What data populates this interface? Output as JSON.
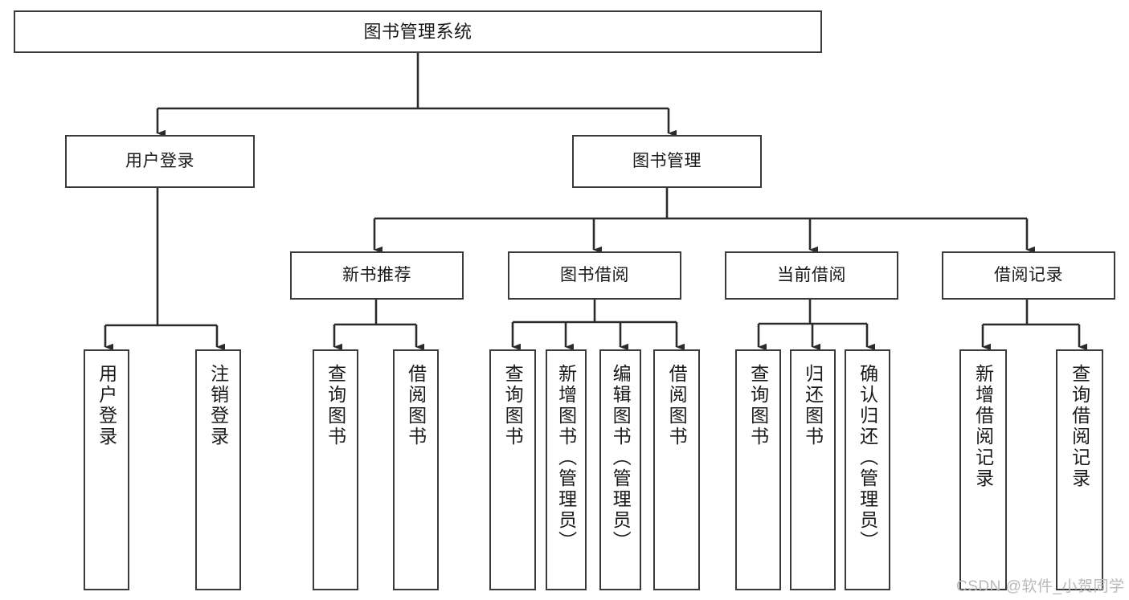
{
  "diagram": {
    "title": "图书管理系统",
    "type": "tree",
    "watermark": "CSDN @软件_小贺同学",
    "colors": {
      "background": "#ffffff",
      "box_border": "#3a3a3a",
      "box_fill": "#ffffff",
      "edge": "#2b2b2b",
      "text": "#1a1a1a",
      "watermark": "#b9b9b9"
    },
    "nodes": {
      "root": {
        "label": "图书管理系统",
        "level": 0
      },
      "level2": [
        {
          "id": "user-login",
          "label": "用户登录"
        },
        {
          "id": "book-manage",
          "label": "图书管理"
        }
      ],
      "level3": [
        {
          "id": "new-book-recommend",
          "label": "新书推荐",
          "parent": "book-manage"
        },
        {
          "id": "book-borrow",
          "label": "图书借阅",
          "parent": "book-manage"
        },
        {
          "id": "current-borrow",
          "label": "当前借阅",
          "parent": "book-manage"
        },
        {
          "id": "borrow-record",
          "label": "借阅记录",
          "parent": "book-manage"
        }
      ],
      "leaves": [
        {
          "id": "leaf-user-login",
          "label": "用户登录",
          "parent": "user-login"
        },
        {
          "id": "leaf-logout-login",
          "label": "注销登录",
          "parent": "user-login"
        },
        {
          "id": "leaf-query-book-1",
          "label": "查询图书",
          "parent": "new-book-recommend"
        },
        {
          "id": "leaf-borrow-book-1",
          "label": "借阅图书",
          "parent": "new-book-recommend"
        },
        {
          "id": "leaf-query-book-2",
          "label": "查询图书",
          "parent": "book-borrow"
        },
        {
          "id": "leaf-add-book",
          "label": "新增图书（管理员）",
          "parent": "book-borrow"
        },
        {
          "id": "leaf-edit-book",
          "label": "编辑图书（管理员）",
          "parent": "book-borrow"
        },
        {
          "id": "leaf-borrow-book-2",
          "label": "借阅图书",
          "parent": "book-borrow"
        },
        {
          "id": "leaf-query-book-3",
          "label": "查询图书",
          "parent": "current-borrow"
        },
        {
          "id": "leaf-return-book",
          "label": "归还图书",
          "parent": "current-borrow"
        },
        {
          "id": "leaf-confirm-return",
          "label": "确认归还（管理员）",
          "parent": "current-borrow"
        },
        {
          "id": "leaf-add-record",
          "label": "新增借阅记录",
          "parent": "borrow-record"
        },
        {
          "id": "leaf-query-record",
          "label": "查询借阅记录",
          "parent": "borrow-record"
        }
      ]
    }
  }
}
